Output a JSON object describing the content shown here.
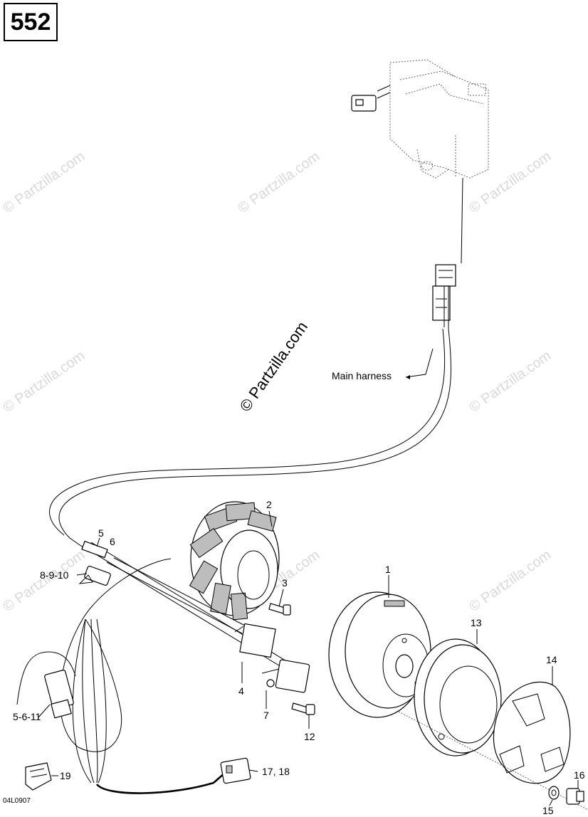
{
  "page_number": "552",
  "diagram_code": "04L0907",
  "main_harness_label": "Main harness",
  "watermark_main": "© Partzilla.com",
  "watermark_tile": "© Partzilla.com",
  "callouts": {
    "c1": "1",
    "c2": "2",
    "c3": "3",
    "c4": "4",
    "c5": "5",
    "c6": "6",
    "c7": "7",
    "c8910": "8-9-10",
    "c12": "12",
    "c13": "13",
    "c14": "14",
    "c15": "15",
    "c16": "16",
    "c1718": "17, 18",
    "c19": "19",
    "c5611": "5-6-11"
  }
}
